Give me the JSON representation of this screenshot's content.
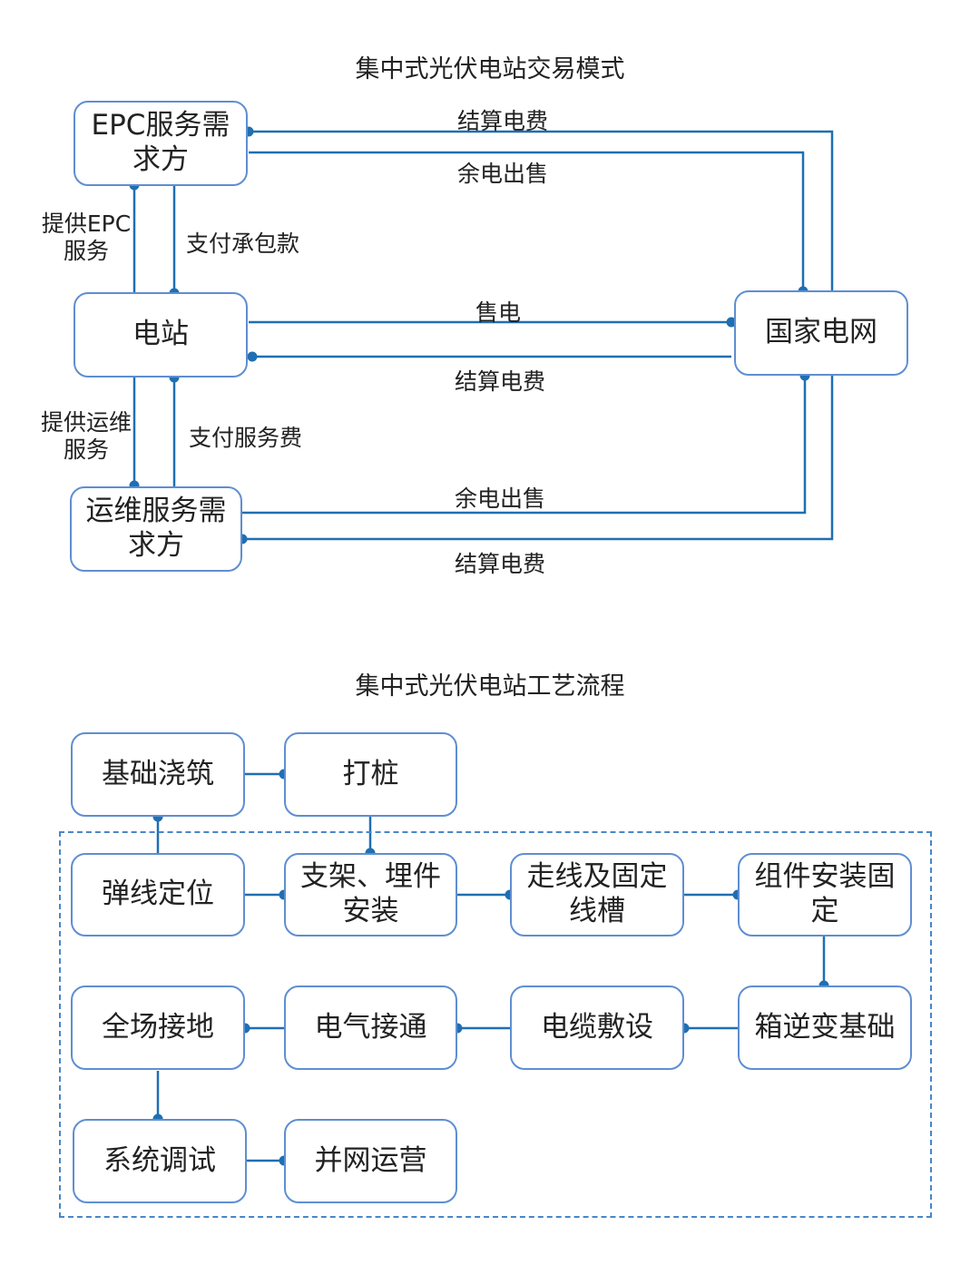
{
  "colors": {
    "line": "#1f6fb2",
    "node_border": "#5f8ed1",
    "dashed_border": "#4a86c8",
    "text": "#222222"
  },
  "trade_diagram": {
    "title": "集中式光伏电站交易模式",
    "nodes": {
      "epc": "EPC服务需求方",
      "station": "电站",
      "grid": "国家电网",
      "om": "运维服务需求方"
    },
    "labels": {
      "epc_settle": "结算电费",
      "epc_surplus": "余电出售",
      "provide_epc": "提供EPC服务",
      "pay_contract": "支付承包款",
      "sell_power": "售电",
      "station_settle": "结算电费",
      "provide_om": "提供运维服务",
      "pay_service": "支付服务费",
      "om_surplus": "余电出售",
      "om_settle": "结算电费"
    }
  },
  "process_diagram": {
    "title": "集中式光伏电站工艺流程",
    "steps": {
      "foundation": "基础浇筑",
      "piling": "打桩",
      "layout": "弹线定位",
      "bracket": "支架、埋件安装",
      "wiring": "走线及固定线槽",
      "module": "组件安装固定",
      "grounding": "全场接地",
      "electrical": "电气接通",
      "cable": "电缆敷设",
      "inverter": "箱逆变基础",
      "debug": "系统调试",
      "operation": "并网运营"
    }
  }
}
